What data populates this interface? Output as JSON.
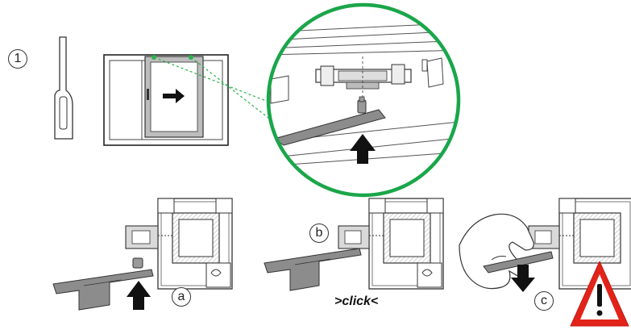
{
  "steps": {
    "step1": "1",
    "a": "a",
    "b": "b",
    "c": "c"
  },
  "click_text": ">click<",
  "colors": {
    "magnifier_ring": "#1aa64a",
    "dot_green": "#2bb24c",
    "warning_red": "#e2231a",
    "part_gray": "#8c8c8c",
    "frame_gray": "#666666"
  },
  "icons": {
    "warning": "warning-triangle-icon",
    "push_arrow": "up-arrow-icon",
    "pull_arrow": "down-arrow-icon",
    "slide_arrow": "right-arrow-icon"
  }
}
